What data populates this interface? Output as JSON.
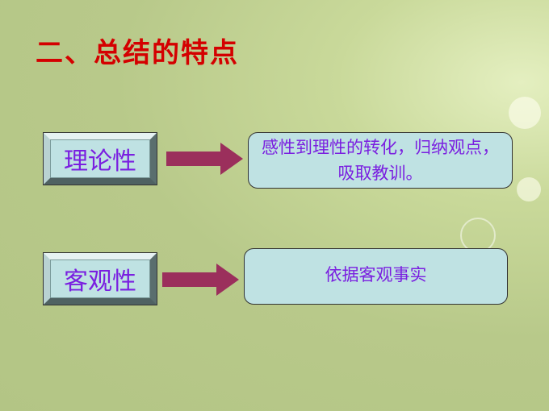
{
  "title": "二、总结的特点",
  "rows": [
    {
      "label": "理论性",
      "description": "感性到理性的转化，归纳观点，吸取教训。"
    },
    {
      "label": "客观性",
      "description": "依据客观事实"
    }
  ],
  "colors": {
    "title": "#d40000",
    "text": "#7a1fe0",
    "arrow": "#9b2f5c",
    "box": "#bfe2e3",
    "background": "#b8c98a"
  }
}
